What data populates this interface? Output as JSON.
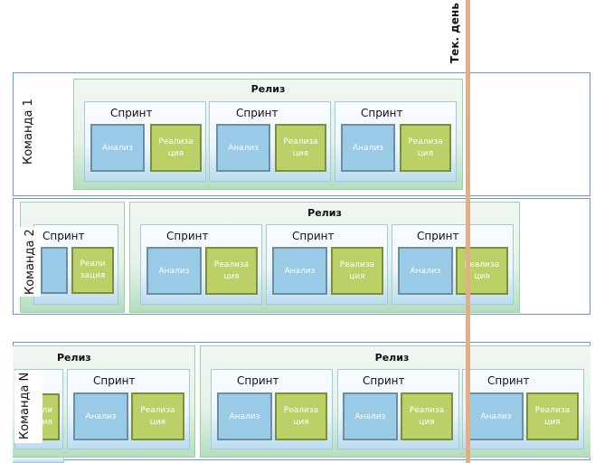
{
  "today_marker": {
    "label": "Тек. день",
    "color": "#e3ae86"
  },
  "labels": {
    "release": "Релиз",
    "sprint": "Спринт",
    "analysis": "Анализ",
    "implementation": "Реализа\nция",
    "implementation_alt": "Реали\nзация",
    "implementation_partial": "ли\nия"
  },
  "teams": [
    {
      "name": "Команда 1"
    },
    {
      "name": "Команда 2"
    },
    {
      "name": "Команда N"
    }
  ],
  "colors": {
    "team_border": "#6f95d6",
    "release_border": "#9dd0a9",
    "sprint_border": "#9dcbe6",
    "analysis_fill": "#99cae6",
    "implementation_fill": "#bcd068"
  }
}
